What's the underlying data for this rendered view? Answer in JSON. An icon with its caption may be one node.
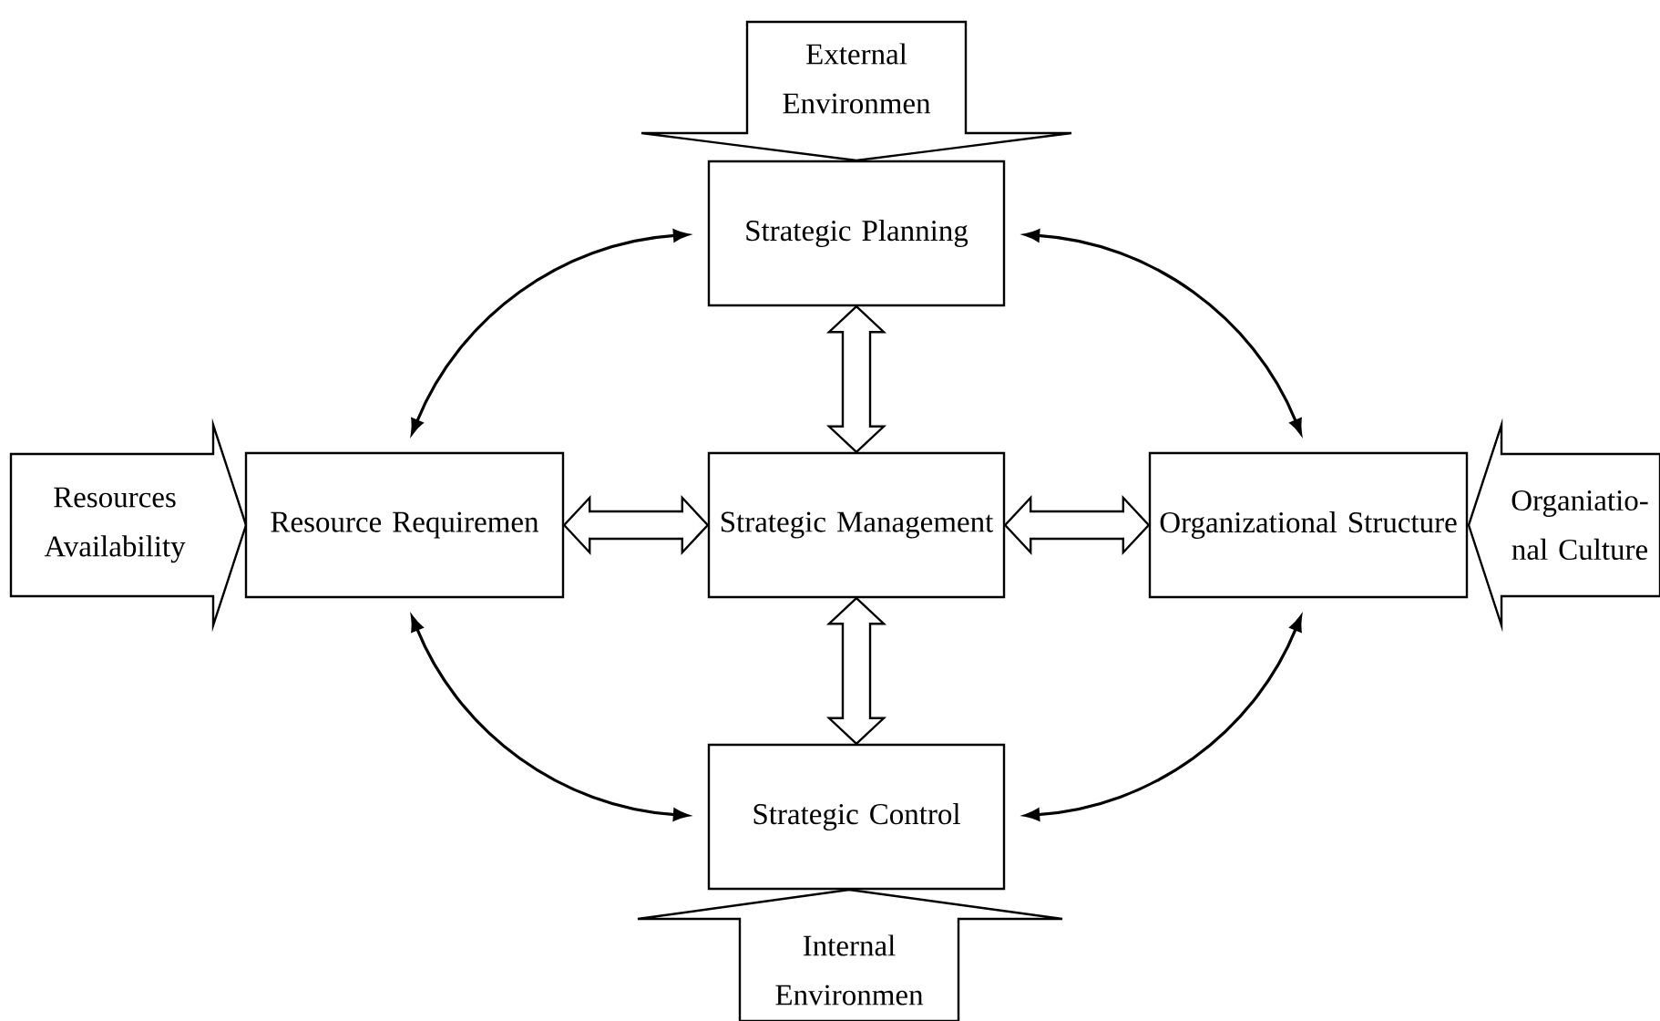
{
  "diagram": {
    "nodes": [
      {
        "text": [
          "External Environmen"
        ]
      },
      {
        "text": [
          "Strategic Planning"
        ]
      },
      {
        "text": [
          "Resources Availability"
        ]
      },
      {
        "text": [
          "Resource Requiremen"
        ]
      },
      {
        "text": [
          "Strategic Management"
        ]
      },
      {
        "text": [
          "Organizational Structure"
        ]
      },
      {
        "text": [
          "Organiatio- nal Culture"
        ]
      },
      {
        "text": [
          "Strategic Control"
        ]
      },
      {
        "text": [
          "Internal Environmen"
        ]
      }
    ],
    "edges": [
      {
        "from": 1,
        "to": 3,
        "arrow": "both"
      },
      {
        "from": 1,
        "to": 5,
        "arrow": "both"
      },
      {
        "from": 1,
        "to": 4,
        "arrow": "both",
        "style": "thick"
      },
      {
        "from": 3,
        "to": 4,
        "arrow": "both",
        "style": "thick"
      },
      {
        "from": 4,
        "to": 5,
        "arrow": "both",
        "style": "thick"
      },
      {
        "from": 4,
        "to": 7,
        "arrow": "both",
        "style": "thick"
      },
      {
        "from": 3,
        "to": 7,
        "arrow": "both"
      },
      {
        "from": 5,
        "to": 7,
        "arrow": "both"
      }
    ]
  }
}
